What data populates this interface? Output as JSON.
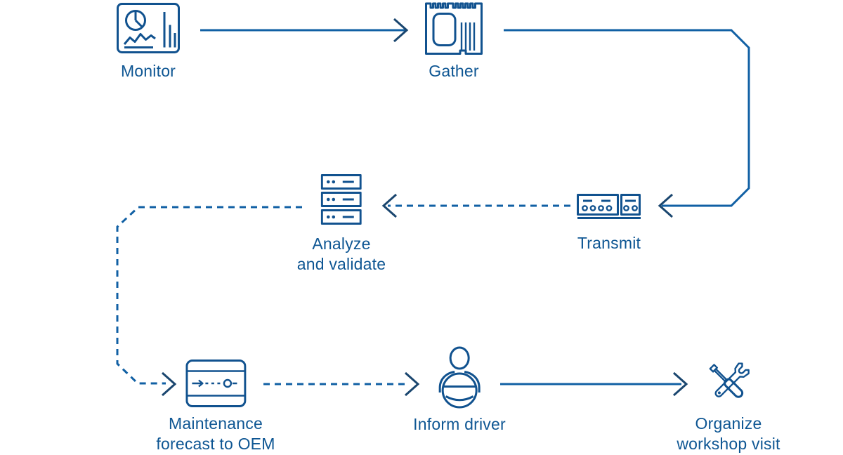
{
  "colors": {
    "background": "#ffffff",
    "line": "#1160a4",
    "icon": "#11528f",
    "arrowhead": "#1a466f",
    "text": "#0e5693"
  },
  "diagram": {
    "type": "process-flow",
    "nodes": [
      {
        "id": "monitor",
        "label": "Monitor",
        "icon": "monitor-dashboard-icon"
      },
      {
        "id": "gather",
        "label": "Gather",
        "icon": "control-unit-icon"
      },
      {
        "id": "transmit",
        "label": "Transmit",
        "icon": "telematics-module-icon"
      },
      {
        "id": "analyze",
        "label": "Analyze",
        "label2": "and validate",
        "icon": "server-stack-icon"
      },
      {
        "id": "maintenance",
        "label": "Maintenance",
        "label2": "forecast to OEM",
        "icon": "maintenance-timeline-icon"
      },
      {
        "id": "driver",
        "label": "Inform driver",
        "icon": "driver-steering-wheel-icon"
      },
      {
        "id": "workshop",
        "label": "Organize",
        "label2": "workshop visit",
        "icon": "workshop-tools-icon"
      }
    ],
    "edges": [
      {
        "from": "Monitor",
        "to": "Gather",
        "style": "solid"
      },
      {
        "from": "Gather",
        "to": "Transmit",
        "style": "solid"
      },
      {
        "from": "Transmit",
        "to": "Analyze and validate",
        "style": "dashed"
      },
      {
        "from": "Analyze and validate",
        "to": "Maintenance forecast to OEM",
        "style": "dashed"
      },
      {
        "from": "Maintenance forecast to OEM",
        "to": "Inform driver",
        "style": "dashed"
      },
      {
        "from": "Inform driver",
        "to": "Organize workshop visit",
        "style": "solid"
      }
    ]
  }
}
